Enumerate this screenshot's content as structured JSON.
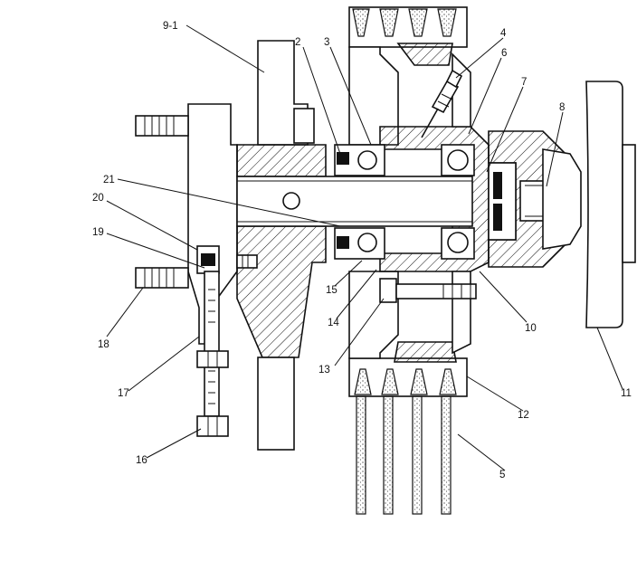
{
  "callouts": [
    {
      "id": "9-1",
      "label": "9-1"
    },
    {
      "id": "2",
      "label": "2"
    },
    {
      "id": "3",
      "label": "3"
    },
    {
      "id": "4",
      "label": "4"
    },
    {
      "id": "6",
      "label": "6"
    },
    {
      "id": "7",
      "label": "7"
    },
    {
      "id": "8",
      "label": "8"
    },
    {
      "id": "21",
      "label": "21"
    },
    {
      "id": "20",
      "label": "20"
    },
    {
      "id": "19",
      "label": "19"
    },
    {
      "id": "18",
      "label": "18"
    },
    {
      "id": "17",
      "label": "17"
    },
    {
      "id": "16",
      "label": "16"
    },
    {
      "id": "15",
      "label": "15"
    },
    {
      "id": "14",
      "label": "14"
    },
    {
      "id": "13",
      "label": "13"
    },
    {
      "id": "10",
      "label": "10"
    },
    {
      "id": "11",
      "label": "11"
    },
    {
      "id": "12",
      "label": "12"
    },
    {
      "id": "5",
      "label": "5"
    }
  ],
  "parts": [
    "mounting-stud-upper",
    "mounting-stud-lower",
    "bracket-plate",
    "mounting-bracket",
    "housing",
    "shaft",
    "bearing-upper",
    "bearing-lower",
    "pulley-hub",
    "pulley-grooves-top",
    "pulley-grooves-bottom",
    "grease-fitting",
    "end-cap",
    "hub-flange",
    "fan-flange",
    "adjusting-bolt",
    "lock-nut",
    "belts"
  ]
}
